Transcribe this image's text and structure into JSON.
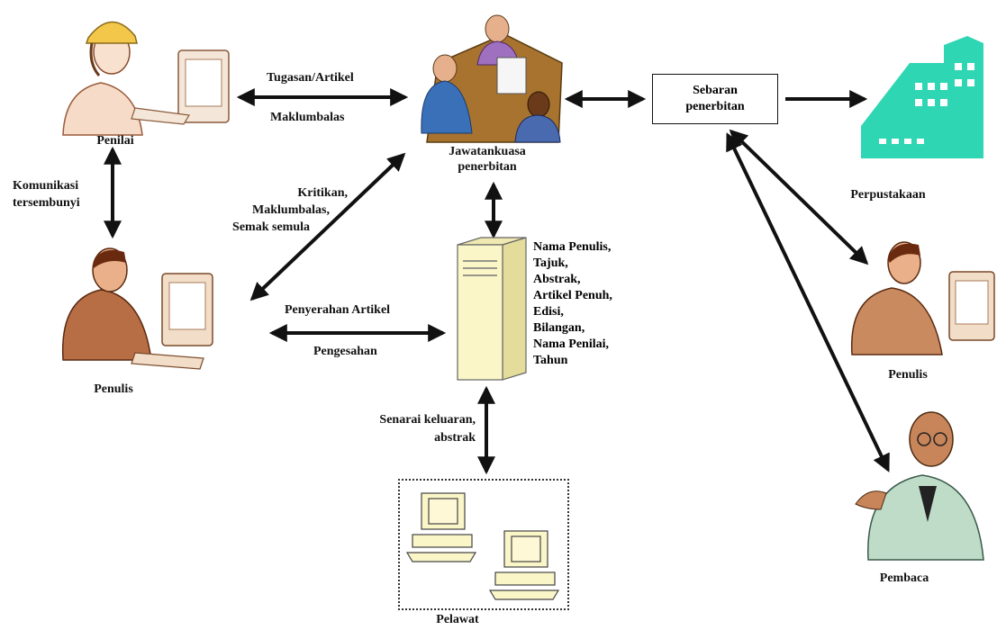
{
  "nodes": {
    "penilai": "Penilai",
    "penulis_left": "Penulis",
    "jawatankuasa": "Jawatankuasa penerbitan",
    "sebaran": "Sebaran penerbitan",
    "perpustakaan": "Perpustakaan",
    "penulis_right": "Penulis",
    "pembaca": "Pembaca",
    "pelawat": "Pelawat"
  },
  "edges": {
    "tugasan": "Tugasan/Artikel",
    "maklumbalas": "Maklumbalas",
    "komunikasi_1": "Komunikasi",
    "komunikasi_2": "tersembunyi",
    "kritikan_1": "Kritikan,",
    "kritikan_2": "Maklumbalas,",
    "kritikan_3": "Semak semula",
    "penyerahan": "Penyerahan Artikel",
    "pengesahan": "Pengesahan",
    "senarai_1": "Senarai keluaran,",
    "senarai_2": "abstrak"
  },
  "database_fields": [
    "Nama Penulis,",
    "Tajuk,",
    "Abstrak,",
    "Artikel Penuh,",
    "Edisi,",
    "Bilangan,",
    "Nama Penilai,",
    "Tahun"
  ],
  "colors": {
    "arrow": "#111111",
    "server": "#fbf6c8",
    "library": "#2fd6b4",
    "skin": "#e8b48c"
  }
}
